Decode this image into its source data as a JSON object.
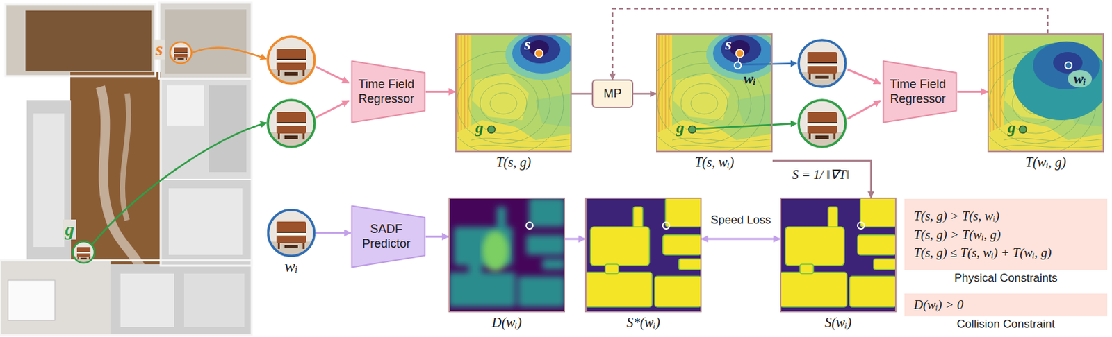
{
  "diagram": {
    "nodes": [
      {
        "text": [
          "Time Field Regressor"
        ]
      },
      {
        "text": [
          "T(s, g)"
        ]
      },
      {
        "text": [
          "MP"
        ]
      },
      {
        "text": [
          "T(s, wᵢ)"
        ]
      },
      {
        "text": [
          "Time Field Regressor"
        ]
      },
      {
        "text": [
          "T(wᵢ, g)"
        ]
      },
      {
        "text": [
          "wᵢ"
        ]
      },
      {
        "text": [
          "SADF Predictor"
        ]
      },
      {
        "text": [
          "D(wᵢ)"
        ]
      },
      {
        "text": [
          "S*(wᵢ)"
        ]
      },
      {
        "text": [
          "S(wᵢ)"
        ]
      },
      {
        "text": [
          "T(s, g) > T(s, wᵢ)",
          "T(s, g) > T(wᵢ, g)",
          "T(s, g) ≤ T(s, wᵢ) + T(wᵢ, g)",
          "Physical Constraints"
        ]
      },
      {
        "text": [
          "D(wᵢ) > 0",
          "Collision Constraint"
        ]
      }
    ],
    "edges": [
      {
        "from": 0,
        "to": 1,
        "arrow": "to"
      },
      {
        "from": 1,
        "to": 2,
        "arrow": "none"
      },
      {
        "from": 2,
        "to": 3,
        "arrow": "to"
      },
      {
        "from": 4,
        "to": 5,
        "arrow": "to"
      },
      {
        "from": 5,
        "to": 2,
        "arrow": "to"
      },
      {
        "from": 3,
        "to": 10,
        "label": "S = 1/ ‖∇T‖",
        "arrow": "to"
      },
      {
        "from": 6,
        "to": 7,
        "arrow": "to"
      },
      {
        "from": 7,
        "to": 8,
        "arrow": "to"
      },
      {
        "from": 8,
        "to": 9,
        "arrow": "to"
      },
      {
        "from": 9,
        "to": 10,
        "label": "Speed Loss",
        "arrow": "both"
      }
    ],
    "labels": [
      "s",
      "g",
      "s",
      "g",
      "s",
      "wᵢ",
      "g",
      "wᵢ",
      "g"
    ]
  }
}
